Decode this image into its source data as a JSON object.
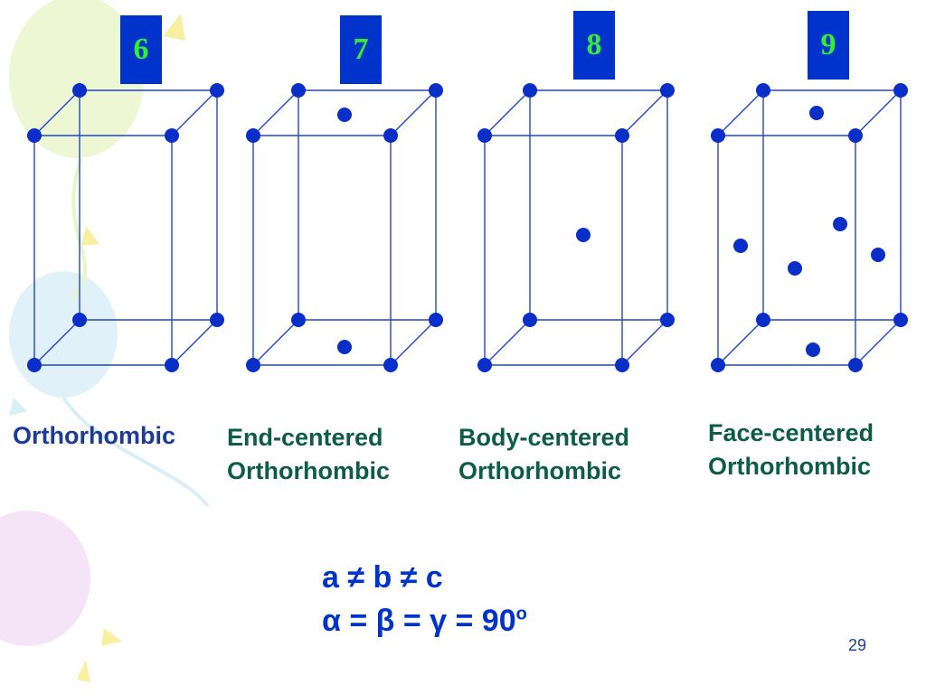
{
  "colors": {
    "frame": "#2244cc",
    "atom": "#0a2fc8",
    "number_box": "#0033cc",
    "number_text": "#33ee33",
    "label_black": "#1b3a9a",
    "label_green": "#0d5c45",
    "equation": "#0033cc",
    "bg_balloon_green": "#e8f5c8",
    "bg_balloon_blue": "#d9eef8",
    "bg_balloon_pink": "#f3dcf5",
    "bg_star_yellow": "#f8f0a0"
  },
  "lattices": [
    {
      "number": "6",
      "label_lines": [
        "Orthorhombic"
      ],
      "label_color": "black",
      "centering": "primitive"
    },
    {
      "number": "7",
      "label_lines": [
        "End-centered",
        "Orthorhombic"
      ],
      "label_color": "green",
      "centering": "end"
    },
    {
      "number": "8",
      "label_lines": [
        "Body-centered",
        "Orthorhombic"
      ],
      "label_color": "green",
      "centering": "body"
    },
    {
      "number": "9",
      "label_lines": [
        "Face-centered",
        "Orthorhombic"
      ],
      "label_color": "green",
      "centering": "face"
    }
  ],
  "equation": {
    "line1": "a ≠ b ≠ c",
    "line2_prefix": "α = β = γ   =   90",
    "line2_sup": "o"
  },
  "page_number": "29"
}
